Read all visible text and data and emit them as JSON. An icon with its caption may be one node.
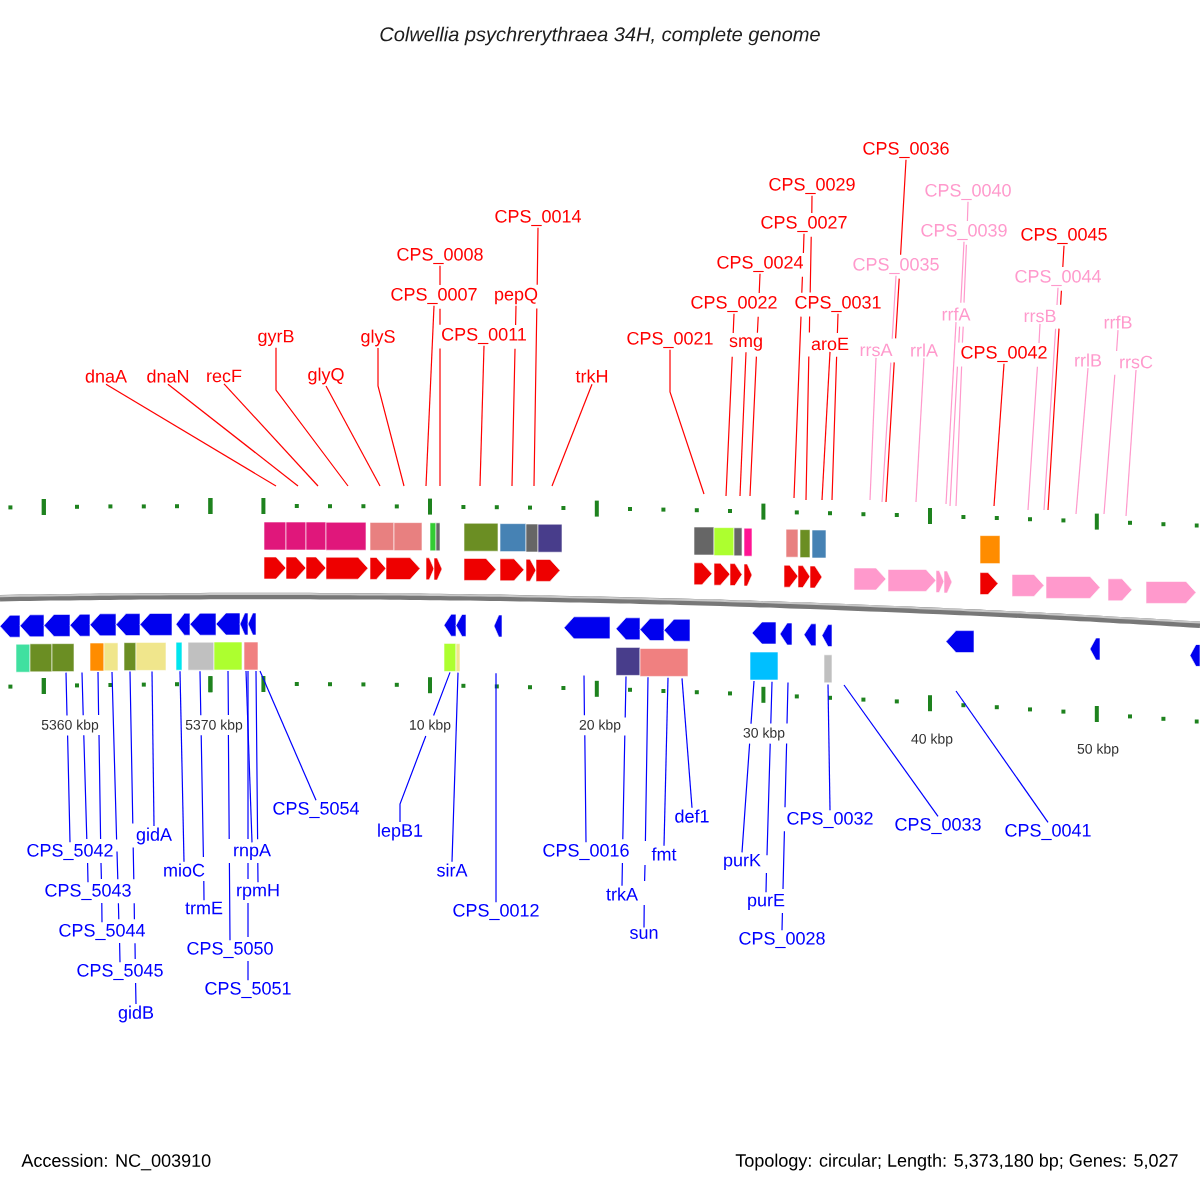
{
  "diagram": {
    "title": "Colwellia psychrerythraea 34H, complete genome",
    "nodes": [
      {
        "text": [
          "dnaA"
        ]
      },
      {
        "text": [
          "dnaN"
        ]
      },
      {
        "text": [
          "recF"
        ]
      },
      {
        "text": [
          "gyrB"
        ]
      },
      {
        "text": [
          "glyQ"
        ]
      },
      {
        "text": [
          "glyS"
        ]
      },
      {
        "text": [
          "CPS_0007"
        ]
      },
      {
        "text": [
          "CPS_0008"
        ]
      },
      {
        "text": [
          "CPS_0011"
        ]
      },
      {
        "text": [
          "pepQ"
        ]
      },
      {
        "text": [
          "CPS_0014"
        ]
      },
      {
        "text": [
          "trkH"
        ]
      },
      {
        "text": [
          "CPS_0021"
        ]
      },
      {
        "text": [
          "CPS_0022"
        ]
      },
      {
        "text": [
          "smg"
        ]
      },
      {
        "text": [
          "CPS_0024"
        ]
      },
      {
        "text": [
          "CPS_0027"
        ]
      },
      {
        "text": [
          "CPS_0029"
        ]
      },
      {
        "text": [
          "aroE"
        ]
      },
      {
        "text": [
          "CPS_0031"
        ]
      },
      {
        "text": [
          "CPS_0035"
        ]
      },
      {
        "text": [
          "CPS_0036"
        ]
      },
      {
        "text": [
          "rrsA"
        ]
      },
      {
        "text": [
          "rrlA"
        ]
      },
      {
        "text": [
          "CPS_0039"
        ]
      },
      {
        "text": [
          "CPS_0040"
        ]
      },
      {
        "text": [
          "rrfA"
        ]
      },
      {
        "text": [
          "CPS_0042"
        ]
      },
      {
        "text": [
          "rrsB"
        ]
      },
      {
        "text": [
          "CPS_0044"
        ]
      },
      {
        "text": [
          "CPS_0045"
        ]
      },
      {
        "text": [
          "rrlB"
        ]
      },
      {
        "text": [
          "rrfB"
        ]
      },
      {
        "text": [
          "rrsC"
        ]
      },
      {
        "text": [
          "CPS_5042"
        ]
      },
      {
        "text": [
          "CPS_5043"
        ]
      },
      {
        "text": [
          "CPS_5044"
        ]
      },
      {
        "text": [
          "CPS_5045"
        ]
      },
      {
        "text": [
          "gidB"
        ]
      },
      {
        "text": [
          "gidA"
        ]
      },
      {
        "text": [
          "mioC"
        ]
      },
      {
        "text": [
          "trmE"
        ]
      },
      {
        "text": [
          "CPS_5050"
        ]
      },
      {
        "text": [
          "CPS_5051"
        ]
      },
      {
        "text": [
          "rnpA"
        ]
      },
      {
        "text": [
          "rpmH"
        ]
      },
      {
        "text": [
          "CPS_5054"
        ]
      },
      {
        "text": [
          "lepB1"
        ]
      },
      {
        "text": [
          "sirA"
        ]
      },
      {
        "text": [
          "CPS_0012"
        ]
      },
      {
        "text": [
          "CPS_0016"
        ]
      },
      {
        "text": [
          "trkA"
        ]
      },
      {
        "text": [
          "sun"
        ]
      },
      {
        "text": [
          "fmt"
        ]
      },
      {
        "text": [
          "def1"
        ]
      },
      {
        "text": [
          "purK"
        ]
      },
      {
        "text": [
          "purE"
        ]
      },
      {
        "text": [
          "CPS_0028"
        ]
      },
      {
        "text": [
          "CPS_0032"
        ]
      },
      {
        "text": [
          "CPS_0033"
        ]
      },
      {
        "text": [
          "CPS_0041"
        ]
      }
    ],
    "edges": [
      {
        "from": 0,
        "to": null,
        "arrow": "none",
        "color": "#ff0000"
      },
      {
        "from": 1,
        "to": null,
        "arrow": "none",
        "color": "#ff0000"
      },
      {
        "from": 2,
        "to": null,
        "arrow": "none",
        "color": "#ff0000"
      },
      {
        "from": 3,
        "to": null,
        "arrow": "none",
        "color": "#ff0000"
      },
      {
        "from": 4,
        "to": null,
        "arrow": "none",
        "color": "#ff0000"
      },
      {
        "from": 5,
        "to": null,
        "arrow": "none",
        "color": "#ff0000"
      },
      {
        "from": 6,
        "to": null,
        "arrow": "none",
        "color": "#ff0000"
      },
      {
        "from": 7,
        "to": null,
        "arrow": "none",
        "color": "#ff0000"
      },
      {
        "from": 8,
        "to": null,
        "arrow": "none",
        "color": "#ff0000"
      },
      {
        "from": 9,
        "to": null,
        "arrow": "none",
        "color": "#ff0000"
      },
      {
        "from": 10,
        "to": null,
        "arrow": "none",
        "color": "#ff0000"
      },
      {
        "from": 11,
        "to": null,
        "arrow": "none",
        "color": "#ff0000"
      },
      {
        "from": 12,
        "to": null,
        "arrow": "none",
        "color": "#ff0000"
      },
      {
        "from": 13,
        "to": null,
        "arrow": "none",
        "color": "#ff0000"
      },
      {
        "from": 14,
        "to": null,
        "arrow": "none",
        "color": "#ff0000"
      },
      {
        "from": 15,
        "to": null,
        "arrow": "none",
        "color": "#ff0000"
      },
      {
        "from": 16,
        "to": null,
        "arrow": "none",
        "color": "#ff0000"
      },
      {
        "from": 17,
        "to": null,
        "arrow": "none",
        "color": "#ff0000"
      },
      {
        "from": 18,
        "to": null,
        "arrow": "none",
        "color": "#ff0000"
      },
      {
        "from": 19,
        "to": null,
        "arrow": "none",
        "color": "#ff0000"
      },
      {
        "from": 20,
        "to": null,
        "arrow": "none",
        "color": "#ff99cc"
      },
      {
        "from": 21,
        "to": null,
        "arrow": "none",
        "color": "#ff0000"
      },
      {
        "from": 22,
        "to": null,
        "arrow": "none",
        "color": "#ff99cc"
      },
      {
        "from": 23,
        "to": null,
        "arrow": "none",
        "color": "#ff99cc"
      },
      {
        "from": 24,
        "to": null,
        "arrow": "none",
        "color": "#ff99cc"
      },
      {
        "from": 25,
        "to": null,
        "arrow": "none",
        "color": "#ff99cc"
      },
      {
        "from": 26,
        "to": null,
        "arrow": "none",
        "color": "#ff99cc"
      },
      {
        "from": 27,
        "to": null,
        "arrow": "none",
        "color": "#ff0000"
      },
      {
        "from": 28,
        "to": null,
        "arrow": "none",
        "color": "#ff99cc"
      },
      {
        "from": 29,
        "to": null,
        "arrow": "none",
        "color": "#ff99cc"
      },
      {
        "from": 30,
        "to": null,
        "arrow": "none",
        "color": "#ff0000"
      },
      {
        "from": 31,
        "to": null,
        "arrow": "none",
        "color": "#ff99cc"
      },
      {
        "from": 32,
        "to": null,
        "arrow": "none",
        "color": "#ff99cc"
      },
      {
        "from": 33,
        "to": null,
        "arrow": "none",
        "color": "#ff99cc"
      },
      {
        "from": 34,
        "to": null,
        "arrow": "none"
      },
      {
        "from": 35,
        "to": null,
        "arrow": "none"
      },
      {
        "from": 36,
        "to": null,
        "arrow": "none"
      },
      {
        "from": 37,
        "to": null,
        "arrow": "none"
      },
      {
        "from": 38,
        "to": null,
        "arrow": "none"
      },
      {
        "from": 39,
        "to": null,
        "arrow": "none"
      },
      {
        "from": 40,
        "to": null,
        "arrow": "none"
      },
      {
        "from": 41,
        "to": null,
        "arrow": "none"
      },
      {
        "from": 42,
        "to": null,
        "arrow": "none"
      },
      {
        "from": 43,
        "to": null,
        "arrow": "none"
      },
      {
        "from": 44,
        "to": null,
        "arrow": "none"
      },
      {
        "from": 45,
        "to": null,
        "arrow": "none"
      },
      {
        "from": 46,
        "to": null,
        "arrow": "none"
      },
      {
        "from": 47,
        "to": null,
        "arrow": "none"
      },
      {
        "from": 48,
        "to": null,
        "arrow": "none"
      },
      {
        "from": 49,
        "to": null,
        "arrow": "none"
      },
      {
        "from": 50,
        "to": null,
        "arrow": "none"
      },
      {
        "from": 51,
        "to": null,
        "arrow": "none"
      },
      {
        "from": 52,
        "to": null,
        "arrow": "none"
      },
      {
        "from": 53,
        "to": null,
        "arrow": "none"
      },
      {
        "from": 54,
        "to": null,
        "arrow": "none"
      },
      {
        "from": 55,
        "to": null,
        "arrow": "none"
      },
      {
        "from": 56,
        "to": null,
        "arrow": "none"
      },
      {
        "from": 57,
        "to": null,
        "arrow": "none"
      },
      {
        "from": 58,
        "to": null,
        "arrow": "none"
      },
      {
        "from": 59,
        "to": null,
        "arrow": "none"
      },
      {
        "from": 60,
        "to": null,
        "arrow": "none"
      }
    ],
    "labels": [
      "5360 kbp",
      "5370 kbp",
      "10 kbp",
      "20 kbp",
      "30 kbp",
      "40 kbp",
      "50 kbp",
      "Accession: NC_003910",
      "Topology: circular; Length: 5,373,180 bp; Genes: 5,027"
    ]
  }
}
